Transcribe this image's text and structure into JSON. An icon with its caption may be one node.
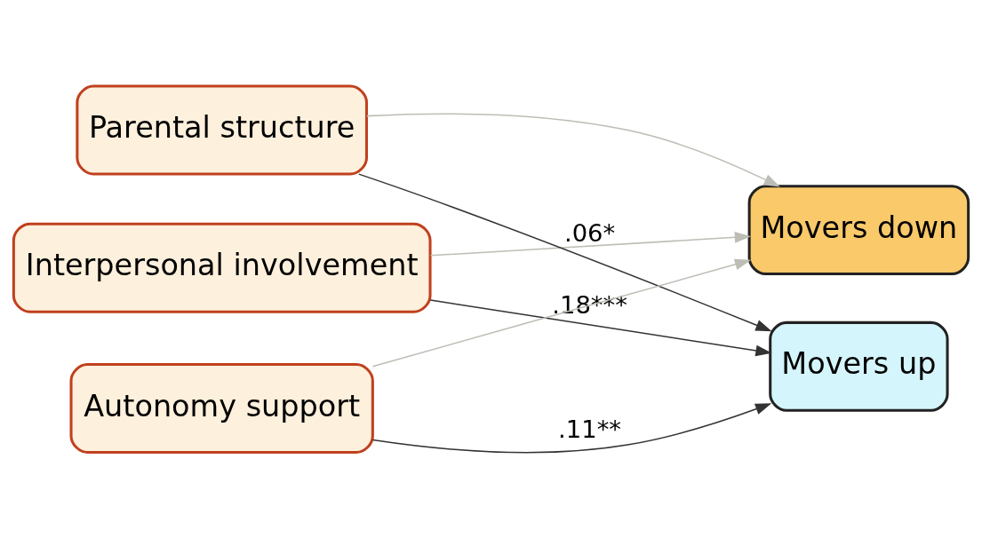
{
  "diagram": {
    "nodes": [
      {
        "text": [
          "Interpersonal involvement"
        ]
      },
      {
        "text": [
          "Parental structure"
        ]
      },
      {
        "text": [
          "Autonomy support"
        ]
      },
      {
        "text": [
          "Movers up"
        ]
      },
      {
        "text": [
          "Movers down"
        ]
      }
    ],
    "edges": [
      {
        "from": 0,
        "to": 3,
        "arrow": "to",
        "label": ".18***",
        "color": "#333333"
      },
      {
        "from": 0,
        "to": 4,
        "arrow": "to",
        "color": "#bdbdb5"
      },
      {
        "from": 1,
        "to": 3,
        "arrow": "to",
        "label": ".06*",
        "color": "#333333"
      },
      {
        "from": 1,
        "to": 4,
        "arrow": "to",
        "color": "#bdbdb5"
      },
      {
        "from": 2,
        "to": 3,
        "arrow": "to",
        "label": ".11**",
        "color": "#333333"
      },
      {
        "from": 2,
        "to": 4,
        "arrow": "to",
        "color": "#bdbdb5"
      }
    ]
  }
}
